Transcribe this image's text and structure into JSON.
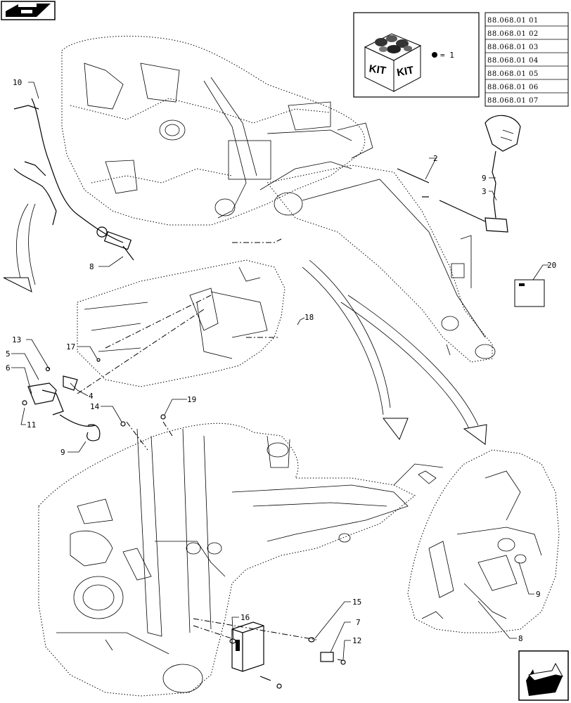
{
  "nav": {
    "top_icon": "page-back-icon",
    "bottom_icon": "page-forward-icon"
  },
  "kit": {
    "box_label_1": "KIT",
    "box_label_2": "KIT",
    "legend": "= 1"
  },
  "references": [
    "88.068.01 01",
    "88.068.01 02",
    "88.068.01 03",
    "88.068.01 04",
    "88.068.01 05",
    "88.068.01 06",
    "88.068.01 07"
  ],
  "callouts": {
    "c10": "10",
    "c8a": "8",
    "c2": "2",
    "c9a": "9",
    "c3": "3",
    "c20": "20",
    "c18": "18",
    "c13": "13",
    "c5": "5",
    "c6": "6",
    "c17": "17",
    "c4": "4",
    "c14": "14",
    "c19": "19",
    "c11": "11",
    "c9b": "9",
    "c15": "15",
    "c7": "7",
    "c16": "16",
    "c12": "12",
    "c9c": "9",
    "c8b": "8"
  }
}
